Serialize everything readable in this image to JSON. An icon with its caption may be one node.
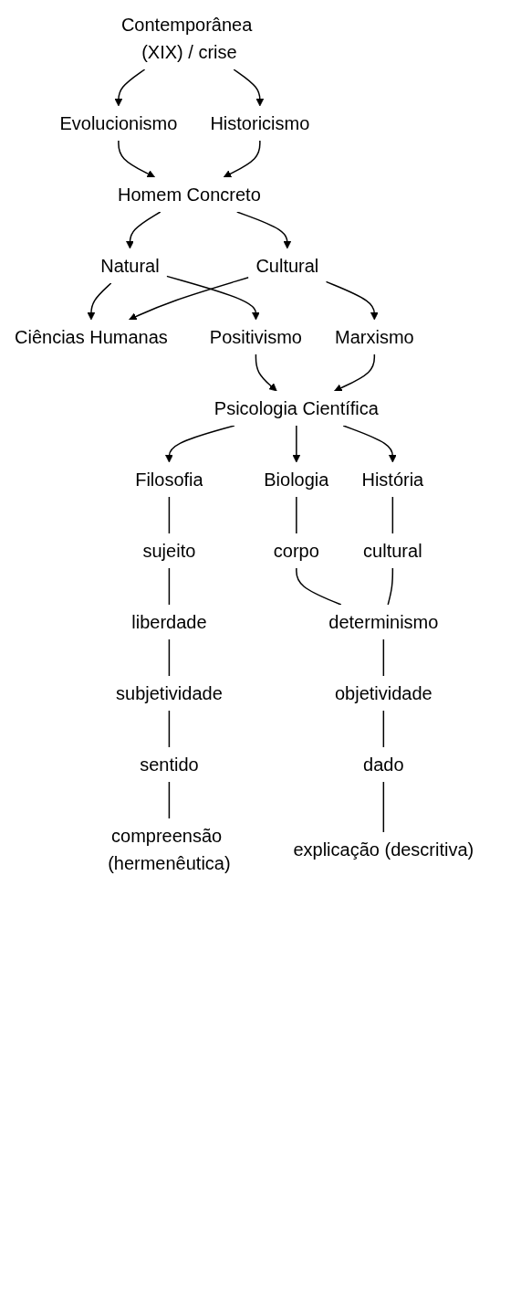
{
  "diagram": {
    "nodes": [
      {
        "text": [
          "Contemporânea (XIX) / crise"
        ]
      },
      {
        "text": [
          "Evolucionismo"
        ]
      },
      {
        "text": [
          "Historicismo"
        ]
      },
      {
        "text": [
          "Homem Concreto"
        ]
      },
      {
        "text": [
          "Natural"
        ]
      },
      {
        "text": [
          "Cultural"
        ]
      },
      {
        "text": [
          "Ciências Humanas"
        ]
      },
      {
        "text": [
          "Positivismo"
        ]
      },
      {
        "text": [
          "Marxismo"
        ]
      },
      {
        "text": [
          "Psicologia Científica"
        ]
      },
      {
        "text": [
          "Filosofia"
        ]
      },
      {
        "text": [
          "Biologia"
        ]
      },
      {
        "text": [
          "História"
        ]
      },
      {
        "text": [
          "sujeito"
        ]
      },
      {
        "text": [
          "corpo"
        ]
      },
      {
        "text": [
          "cultural"
        ]
      },
      {
        "text": [
          "liberdade"
        ]
      },
      {
        "text": [
          "determinismo"
        ]
      },
      {
        "text": [
          "subjetividade"
        ]
      },
      {
        "text": [
          "objetividade"
        ]
      },
      {
        "text": [
          "sentido"
        ]
      },
      {
        "text": [
          "dado"
        ]
      },
      {
        "text": [
          "compreensão (hermenêutica)"
        ]
      },
      {
        "text": [
          "explicação (descritiva)"
        ]
      }
    ],
    "edges": [
      {
        "from": 0,
        "to": 1,
        "arrow": "to"
      },
      {
        "from": 0,
        "to": 2,
        "arrow": "to"
      },
      {
        "from": 1,
        "to": 3,
        "arrow": "to"
      },
      {
        "from": 2,
        "to": 3,
        "arrow": "to"
      },
      {
        "from": 3,
        "to": 4,
        "arrow": "to"
      },
      {
        "from": 3,
        "to": 5,
        "arrow": "to"
      },
      {
        "from": 4,
        "to": 6,
        "arrow": "to"
      },
      {
        "from": 5,
        "to": 6,
        "arrow": "to"
      },
      {
        "from": 4,
        "to": 7,
        "arrow": "to"
      },
      {
        "from": 5,
        "to": 8,
        "arrow": "to"
      },
      {
        "from": 7,
        "to": 9,
        "arrow": "to"
      },
      {
        "from": 8,
        "to": 9,
        "arrow": "to"
      },
      {
        "from": 9,
        "to": 10,
        "arrow": "to"
      },
      {
        "from": 9,
        "to": 11,
        "arrow": "to"
      },
      {
        "from": 9,
        "to": 12,
        "arrow": "to"
      },
      {
        "from": 10,
        "to": 13,
        "arrow": "none"
      },
      {
        "from": 11,
        "to": 14,
        "arrow": "none"
      },
      {
        "from": 12,
        "to": 15,
        "arrow": "none"
      },
      {
        "from": 13,
        "to": 16,
        "arrow": "none"
      },
      {
        "from": 14,
        "to": 17,
        "arrow": "none"
      },
      {
        "from": 15,
        "to": 17,
        "arrow": "none"
      },
      {
        "from": 16,
        "to": 18,
        "arrow": "none"
      },
      {
        "from": 17,
        "to": 19,
        "arrow": "none"
      },
      {
        "from": 18,
        "to": 20,
        "arrow": "none"
      },
      {
        "from": 19,
        "to": 21,
        "arrow": "none"
      },
      {
        "from": 20,
        "to": 22,
        "arrow": "none"
      },
      {
        "from": 21,
        "to": 23,
        "arrow": "none"
      }
    ]
  }
}
